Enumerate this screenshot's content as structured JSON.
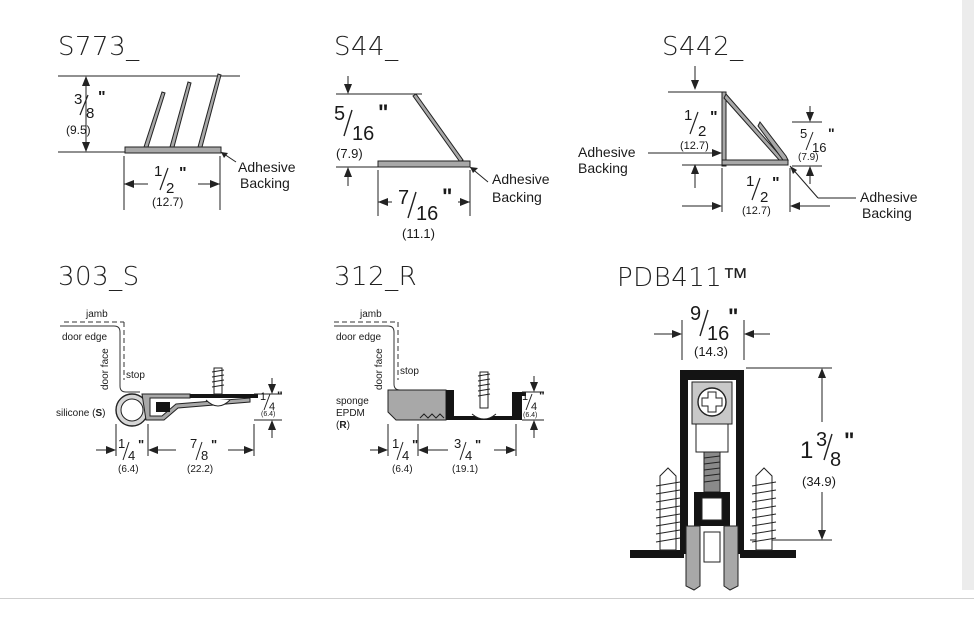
{
  "products": {
    "s773": {
      "title": "S773_",
      "h_num": "3",
      "h_den": "8",
      "h_mm": "(9.5)",
      "w_num": "1",
      "w_den": "2",
      "w_mm": "(12.7)",
      "adhesive": [
        "Adhesive",
        "Backing"
      ]
    },
    "s44": {
      "title": "S44_",
      "h_num": "5",
      "h_den": "16",
      "h_mm": "(7.9)",
      "w_num": "7",
      "w_den": "16",
      "w_mm": "(11.1)",
      "adhesive": [
        "Adhesive",
        "Backing"
      ]
    },
    "s442": {
      "title": "S442_",
      "h_num": "1",
      "h_den": "2",
      "h_mm": "(12.7)",
      "h2_num": "5",
      "h2_den": "16",
      "h2_mm": "(7.9)",
      "w_num": "1",
      "w_den": "2",
      "w_mm": "(12.7)",
      "adhesive_left": [
        "Adhesive",
        "Backing"
      ],
      "adhesive_right": [
        "Adhesive",
        "Backing"
      ]
    },
    "p303": {
      "title": "303_S",
      "jamb": "jamb",
      "door_edge": "door edge",
      "door_face": "door face",
      "stop": "stop",
      "silicone_pre": "silicone (",
      "silicone_letter": "S",
      "silicone_post": ")",
      "d1_num": "1",
      "d1_den": "4",
      "d1_mm": "(6.4)",
      "d2_num": "7",
      "d2_den": "8",
      "d2_mm": "(22.2)",
      "d3_num": "1",
      "d3_den": "4",
      "d3_mm": "(6.4)"
    },
    "p312": {
      "title": "312_R",
      "jamb": "jamb",
      "door_edge": "door edge",
      "door_face": "door face",
      "stop": "stop",
      "sponge": "sponge",
      "epdm": "EPDM",
      "r_pre": "(",
      "r_letter": "R",
      "r_post": ")",
      "d1_num": "1",
      "d1_den": "4",
      "d1_mm": "(6.4)",
      "d2_num": "3",
      "d2_den": "4",
      "d2_mm": "(19.1)",
      "d3_num": "1",
      "d3_den": "4",
      "d3_mm": "(6.4)"
    },
    "pdb411": {
      "title": "PDB411™",
      "w_num": "9",
      "w_den": "16",
      "w_mm": "(14.3)",
      "h_whole": "1",
      "h_num": "3",
      "h_den": "8",
      "h_mm": "(34.9)"
    }
  },
  "colors": {
    "line": "#1a1a1a",
    "seal_gray": "#a8a8a8",
    "dark": "#141414",
    "light_gray": "#d6d6d6"
  }
}
